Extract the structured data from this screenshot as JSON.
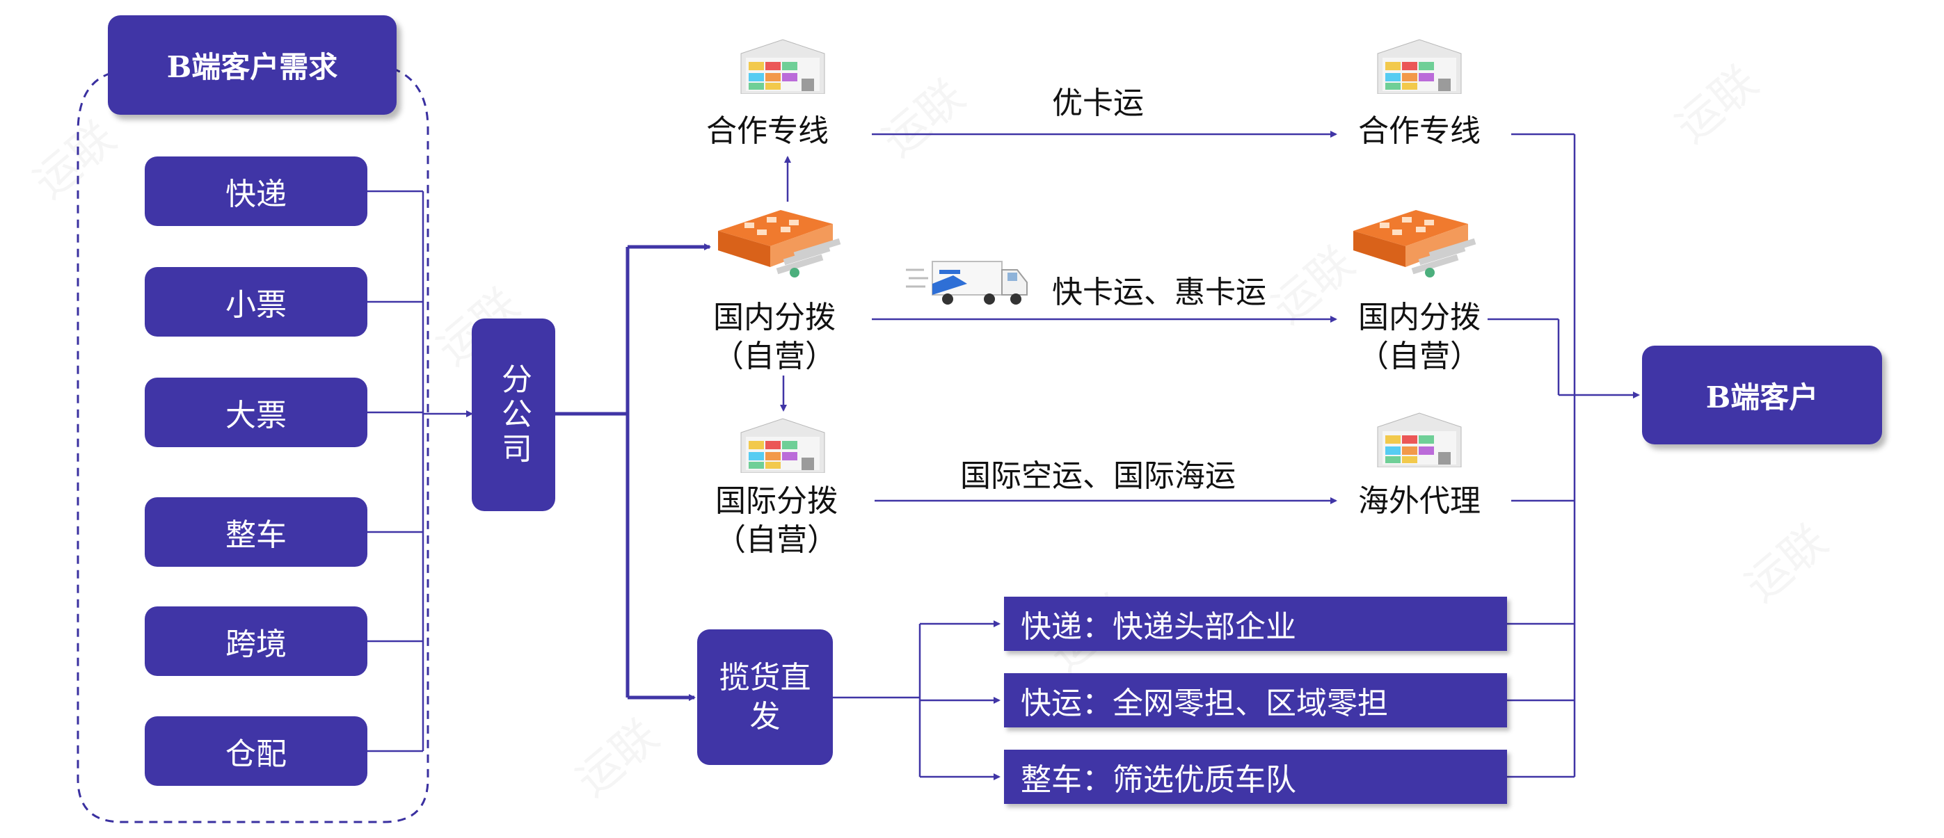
{
  "customer_needs": {
    "title": "B端客户需求",
    "items": [
      "快递",
      "小票",
      "大票",
      "整车",
      "跨境",
      "仓配"
    ]
  },
  "branch": {
    "label": "分公司"
  },
  "pickup": {
    "label": "揽货直发"
  },
  "left_nodes": {
    "cooperation_line": "合作专线",
    "domestic_hub": "国内分拨（自营）",
    "domestic_hub_l1": "国内分拨",
    "domestic_hub_l2": "（自营）",
    "intl_hub_l1": "国际分拨",
    "intl_hub_l2": "（自营）"
  },
  "right_nodes": {
    "cooperation_line": "合作专线",
    "domestic_hub_l1": "国内分拨",
    "domestic_hub_l2": "（自营）",
    "overseas_agent": "海外代理"
  },
  "routes": {
    "top": "优卡运",
    "middle": "快卡运、惠卡运",
    "bottom": "国际空运、国际海运"
  },
  "direct_bars": [
    "快递：快递头部企业",
    "快运：全网零担、区域零担",
    "整车：筛选优质车队"
  ],
  "destination": {
    "label": "B端客户"
  },
  "watermark": "运联",
  "colors": {
    "accent": "#4035a6",
    "dashed_border": "#3a30a0",
    "warehouse_orange": "#f07a2e"
  },
  "icons": [
    "warehouse-icon",
    "distribution-center-icon",
    "truck-icon"
  ]
}
